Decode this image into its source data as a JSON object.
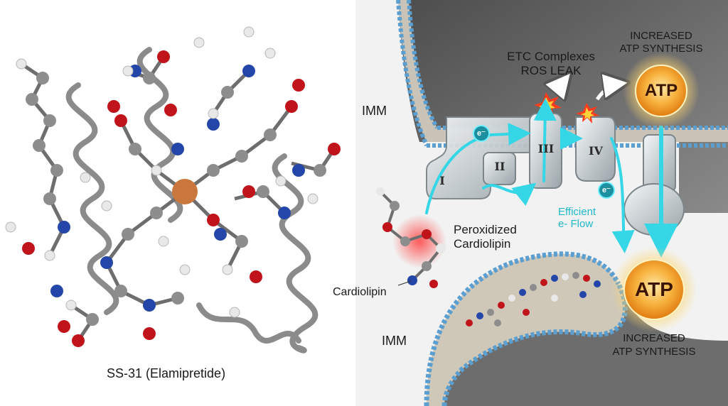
{
  "molecule": {
    "caption": "SS-31 (Elamipretide)"
  },
  "labels": {
    "imm_top": "IMM",
    "imm_bottom": "IMM",
    "etc_title_line1": "ETC Complexes",
    "etc_title_line2": "ROS LEAK",
    "atp_top_line1": "INCREASED",
    "atp_top_line2": "ATP SYNTHESIS",
    "atp_bottom_line1": "INCREASED",
    "atp_bottom_line2": "ATP SYNTHESIS",
    "peroxidized_line1": "Peroxidized",
    "peroxidized_line2": "Cardiolipin",
    "cardiolipin": "Cardiolipin",
    "efficient_line1": "Efficient",
    "efficient_line2": "e- Flow"
  },
  "complexes": [
    "I",
    "II",
    "III",
    "IV"
  ],
  "electron_label": "e⁻",
  "atp": {
    "top": "ATP",
    "bottom": "ATP"
  },
  "colors": {
    "cyan_flow": "#35d6e6",
    "atp_glow": "#f5a623",
    "membrane_head": "#5b9fd1",
    "atom_carbon": "#8d8d8d",
    "atom_oxygen": "#c0141a",
    "atom_nitrogen": "#2346a8",
    "atom_hydrogen": "#e8e8e8",
    "metal_center": "#c9773c"
  }
}
